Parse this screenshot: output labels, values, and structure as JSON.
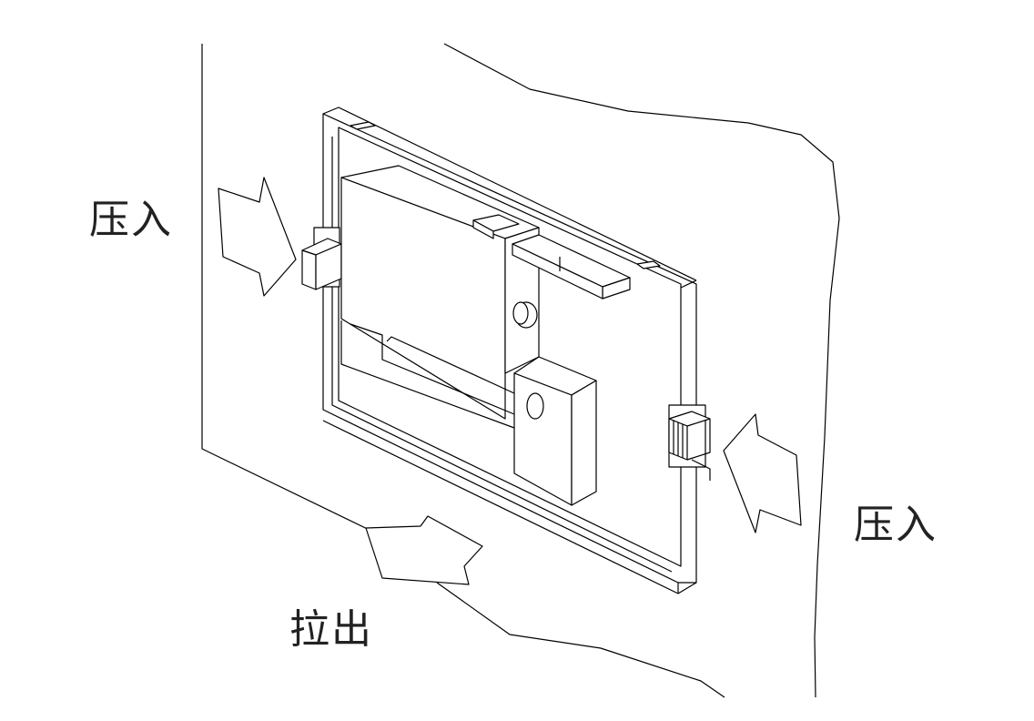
{
  "diagram": {
    "labels": {
      "press_in_left": "压入",
      "press_in_right": "压入",
      "pull_out": "拉出"
    },
    "line_color": "#000000",
    "background_color": "#ffffff"
  }
}
